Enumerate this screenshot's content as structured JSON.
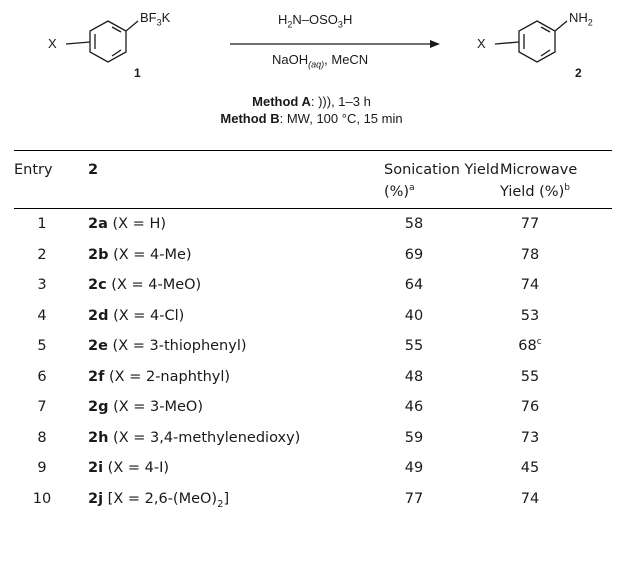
{
  "scheme": {
    "reactant_substituent": "X",
    "reactant_group": "BF3K",
    "reactant_number": "1",
    "reagent_top": "H2N–OSO3H",
    "reagent_bottom": "NaOH(aq), MeCN",
    "product_substituent": "X",
    "product_group": "NH2",
    "product_number": "2",
    "method_a_label": "Method A",
    "method_a_text": ": ))), 1–3 h",
    "method_b_label": "Method B",
    "method_b_text": ": MW, 100 °C, 15 min"
  },
  "table": {
    "headers": {
      "entry": "Entry",
      "compound": "2",
      "sonication_line1": "Sonication Yield",
      "sonication_line2": "(%)",
      "sonication_note": "a",
      "microwave_line1": "Microwave",
      "microwave_line2": "Yield (%)",
      "microwave_note": "b"
    },
    "rows": [
      {
        "entry": "1",
        "id": "2a",
        "desc": " (X = H)",
        "sonication": "58",
        "microwave": "77",
        "mw_note": ""
      },
      {
        "entry": "2",
        "id": "2b",
        "desc": " (X = 4-Me)",
        "sonication": "69",
        "microwave": "78",
        "mw_note": ""
      },
      {
        "entry": "3",
        "id": "2c",
        "desc": " (X = 4-MeO)",
        "sonication": "64",
        "microwave": "74",
        "mw_note": ""
      },
      {
        "entry": "4",
        "id": "2d",
        "desc": " (X = 4-Cl)",
        "sonication": "40",
        "microwave": "53",
        "mw_note": ""
      },
      {
        "entry": "5",
        "id": "2e",
        "desc": " (X = 3-thiophenyl)",
        "sonication": "55",
        "microwave": "68",
        "mw_note": "c"
      },
      {
        "entry": "6",
        "id": "2f",
        "desc": " (X = 2-naphthyl)",
        "sonication": "48",
        "microwave": "55",
        "mw_note": ""
      },
      {
        "entry": "7",
        "id": "2g",
        "desc": " (X = 3-MeO)",
        "sonication": "46",
        "microwave": "76",
        "mw_note": ""
      },
      {
        "entry": "8",
        "id": "2h",
        "desc": " (X = 3,4-methylenedioxy)",
        "sonication": "59",
        "microwave": "73",
        "mw_note": ""
      },
      {
        "entry": "9",
        "id": "2i",
        "desc": " (X = 4-I)",
        "sonication": "49",
        "microwave": "45",
        "mw_note": ""
      },
      {
        "entry": "10",
        "id": "2j",
        "desc": " [X = 2,6-(MeO)2]",
        "sonication": "77",
        "microwave": "74",
        "mw_note": ""
      }
    ]
  }
}
